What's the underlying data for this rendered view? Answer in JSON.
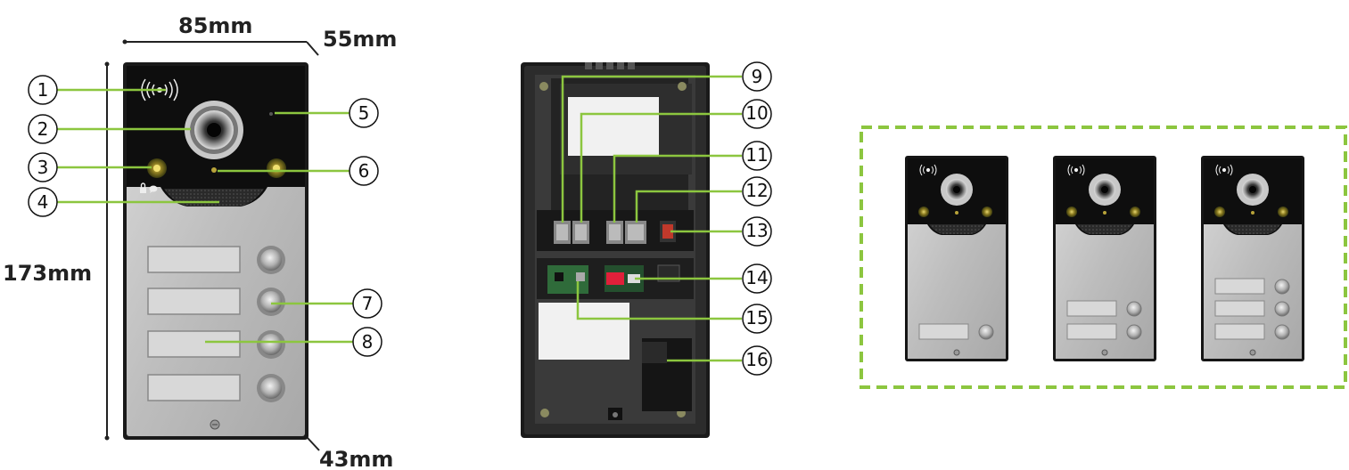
{
  "dimensions": {
    "width": "85mm",
    "depth": "55mm",
    "height": "173mm",
    "depth_bottom": "43mm"
  },
  "callouts": [
    "1",
    "2",
    "3",
    "4",
    "5",
    "6",
    "7",
    "8",
    "9",
    "10",
    "11",
    "12",
    "13",
    "14",
    "15",
    "16"
  ],
  "colors": {
    "callout_line": "#8cc63f",
    "dashed_border": "#8cc63f",
    "panel_black": "#111111",
    "panel_silver": "#c8c8c8",
    "dimension_line": "#222222"
  },
  "icons": [
    "rfid-wave-icon",
    "lock-icon",
    "chat-icon",
    "screw-icon"
  ]
}
